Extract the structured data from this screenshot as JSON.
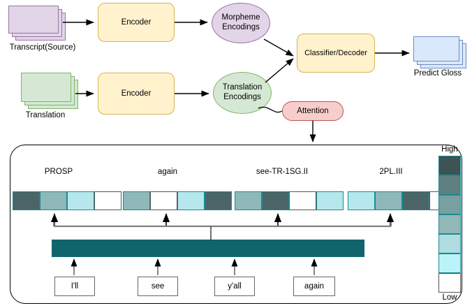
{
  "colors": {
    "purple_fill": "#e1d5e7",
    "purple_stroke": "#9673a6",
    "green_fill": "#d5e8d4",
    "green_stroke": "#82b366",
    "blue_fill": "#dae8fc",
    "blue_stroke": "#6c8ebf",
    "yellow_fill": "#fff2cc",
    "yellow_stroke": "#d6b656",
    "pink_fill": "#f8cecc",
    "pink_stroke": "#b85450",
    "teal_bar": "#10656d",
    "heat_dark": "#4b6567",
    "heat_mid": "#8fb8b9",
    "heat_light": "#b6e7ec",
    "heat_none": "#ffffff"
  },
  "pipeline": {
    "source_stack_label": "Transcript(Source)",
    "translation_stack_label": "Translation",
    "encoder_top_label": "Encoder",
    "encoder_bottom_label": "Encoder",
    "morpheme_ellipse_label": "Morpheme Encodings",
    "morpheme_ellipse_line1": "Morpheme",
    "morpheme_ellipse_line2": "Encodings",
    "translation_ellipse_line1": "Translation",
    "translation_ellipse_line2": "Encodings",
    "classifier_label": "Classifier/Decoder",
    "attention_label": "Attention",
    "output_stack_label": "Predict Gloss"
  },
  "attention_panel": {
    "gloss_labels": [
      "PROSP",
      "again",
      "see-TR-1SG.II",
      "2PL.III"
    ],
    "input_words": [
      "I'll",
      "see",
      "y'all",
      "again"
    ],
    "heat_palette": {
      "dark": "#4b6567",
      "mid": "#8fb8b9",
      "light": "#b6e7ec",
      "none": "#ffffff"
    },
    "heat_rows": [
      {
        "gloss": "PROSP",
        "cells": [
          "dark",
          "mid",
          "light",
          "none"
        ]
      },
      {
        "gloss": "again",
        "cells": [
          "mid",
          "none",
          "light",
          "dark"
        ]
      },
      {
        "gloss": "see-TR-1SG.II",
        "cells": [
          "mid",
          "dark",
          "none",
          "light"
        ]
      },
      {
        "gloss": "2PL.III",
        "cells": [
          "light",
          "mid",
          "dark",
          "none"
        ]
      }
    ],
    "legend": {
      "high_label": "High",
      "low_label": "Low",
      "swatches": [
        "#3d5354",
        "#5f7f80",
        "#79a0a1",
        "#93b8b8",
        "#b0dde0",
        "#baf4f8",
        "#ffffff"
      ]
    }
  }
}
